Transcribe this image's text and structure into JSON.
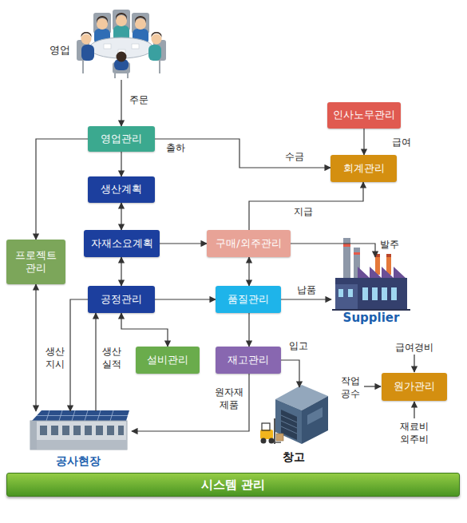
{
  "diagram": {
    "nodes": [
      {
        "text": [
          "영업"
        ]
      },
      {
        "text": [
          "영업관리"
        ]
      },
      {
        "text": [
          "생산계획"
        ]
      },
      {
        "text": [
          "자재소요계획"
        ]
      },
      {
        "text": [
          "프로젝트 관리"
        ]
      },
      {
        "text": [
          "구매/외주관리"
        ]
      },
      {
        "text": [
          "인사노무관리"
        ]
      },
      {
        "text": [
          "회계관리"
        ]
      },
      {
        "text": [
          "공정관리"
        ]
      },
      {
        "text": [
          "품질관리"
        ]
      },
      {
        "text": [
          "Supplier"
        ]
      },
      {
        "text": [
          "설비관리"
        ]
      },
      {
        "text": [
          "재고관리"
        ]
      },
      {
        "text": [
          "원가관리"
        ]
      },
      {
        "text": [
          "공사현장"
        ]
      },
      {
        "text": [
          "창고"
        ]
      },
      {
        "text": [
          "시스템 관리"
        ]
      }
    ],
    "edges": [
      {
        "from": 0,
        "to": 1,
        "label": "주문",
        "arrow": "to"
      },
      {
        "from": 1,
        "to": 2,
        "arrow": "to"
      },
      {
        "from": 1,
        "to": 7,
        "label": "수금",
        "arrow": "to"
      },
      {
        "from": 1,
        "to": 4,
        "arrow": "to"
      },
      {
        "from": 2,
        "to": 3,
        "arrow": "both"
      },
      {
        "from": 3,
        "to": 5,
        "arrow": "to"
      },
      {
        "from": 3,
        "to": 8,
        "arrow": "both"
      },
      {
        "from": 5,
        "to": 7,
        "label": "지급",
        "arrow": "to"
      },
      {
        "from": 5,
        "to": 10,
        "label": "발주",
        "arrow": "to"
      },
      {
        "from": 5,
        "to": 9,
        "arrow": "both"
      },
      {
        "from": 8,
        "to": 9,
        "arrow": "to"
      },
      {
        "from": 9,
        "to": 10,
        "label": "납품",
        "arrow": "to"
      },
      {
        "from": 9,
        "to": 12,
        "arrow": "to"
      },
      {
        "from": 12,
        "to": 15,
        "label": "입고",
        "arrow": "to"
      },
      {
        "from": 12,
        "to": 14,
        "label": "원자재 제품",
        "arrow": "to"
      },
      {
        "from": 8,
        "to": 11,
        "arrow": "both"
      },
      {
        "from": 8,
        "to": 14,
        "label": "생산 지시",
        "arrow": "to"
      },
      {
        "from": 14,
        "to": 8,
        "label": "생산 실적",
        "arrow": "to"
      },
      {
        "from": 4,
        "to": 14,
        "arrow": "both"
      },
      {
        "from": 6,
        "to": 7,
        "label": "급여",
        "arrow": "to"
      }
    ],
    "labels": [
      "출하",
      "급여경비",
      "작업 공수",
      "재료비 외주비"
    ]
  }
}
